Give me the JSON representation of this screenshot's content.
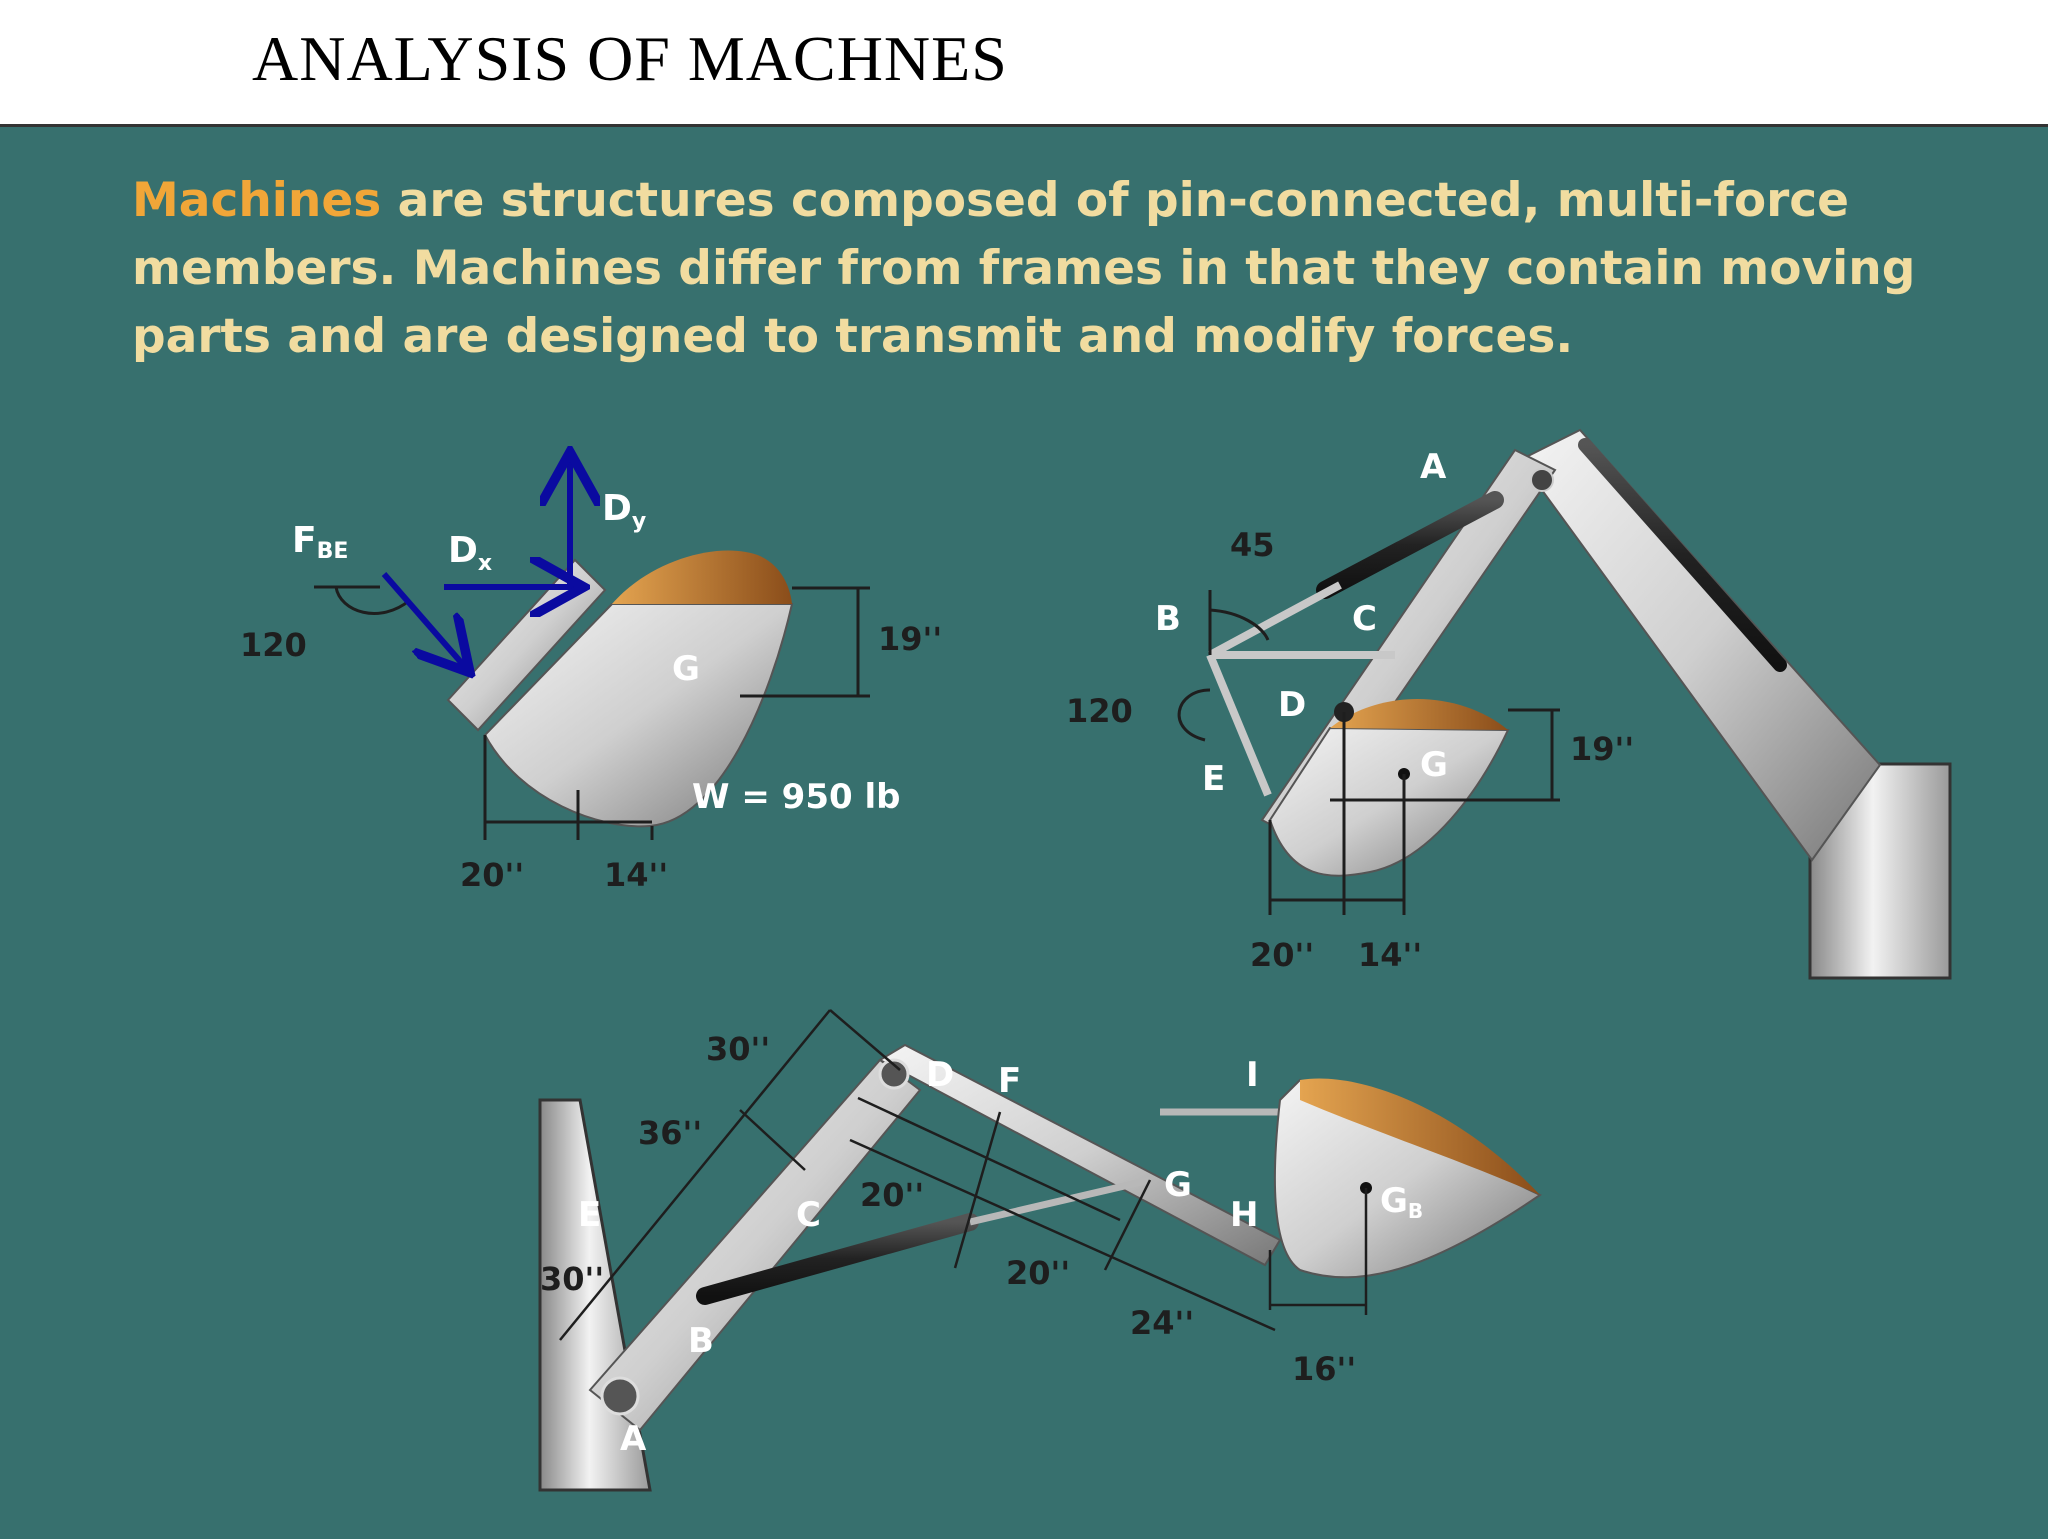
{
  "header": {
    "title": "ANALYSIS OF MACHNES"
  },
  "intro": {
    "keyword": "Machines",
    "text": " are structures composed of pin-connected, multi-force members. Machines differ from frames in that they contain moving parts and are designed to transmit and modify forces."
  },
  "fbd": {
    "labels": {
      "fbe_main": "F",
      "fbe_sub": "BE",
      "dx_main": "D",
      "dx_sub": "x",
      "dy_main": "D",
      "dy_sub": "y",
      "g": "G",
      "weight": "W = 950 lb"
    },
    "dims": {
      "angle": "120",
      "height": "19''",
      "left": "20''",
      "right": "14''"
    }
  },
  "loader": {
    "labels": {
      "a": "A",
      "b": "B",
      "c": "C",
      "d": "D",
      "e": "E",
      "g": "G"
    },
    "dims": {
      "angle_top": "45",
      "angle_left": "120",
      "height": "19''",
      "left": "20''",
      "right": "14''"
    }
  },
  "boom": {
    "labels": {
      "a": "A",
      "b": "B",
      "c": "C",
      "d": "D",
      "e": "E",
      "f": "F",
      "g": "G",
      "h": "H",
      "i": "I",
      "gb_main": "G",
      "gb_sub": "B"
    },
    "dims": {
      "d30a": "30''",
      "d36": "36''",
      "d20a": "20''",
      "d20b": "20''",
      "d30b": "30''",
      "d24": "24''",
      "d16": "16''"
    }
  },
  "colors": {
    "slide_bg": "#37706e",
    "text_main": "#f1dca0",
    "keyword": "#f1a638",
    "force_arrow": "#0a0aa0",
    "bucket_fill": "#c77a2e"
  }
}
